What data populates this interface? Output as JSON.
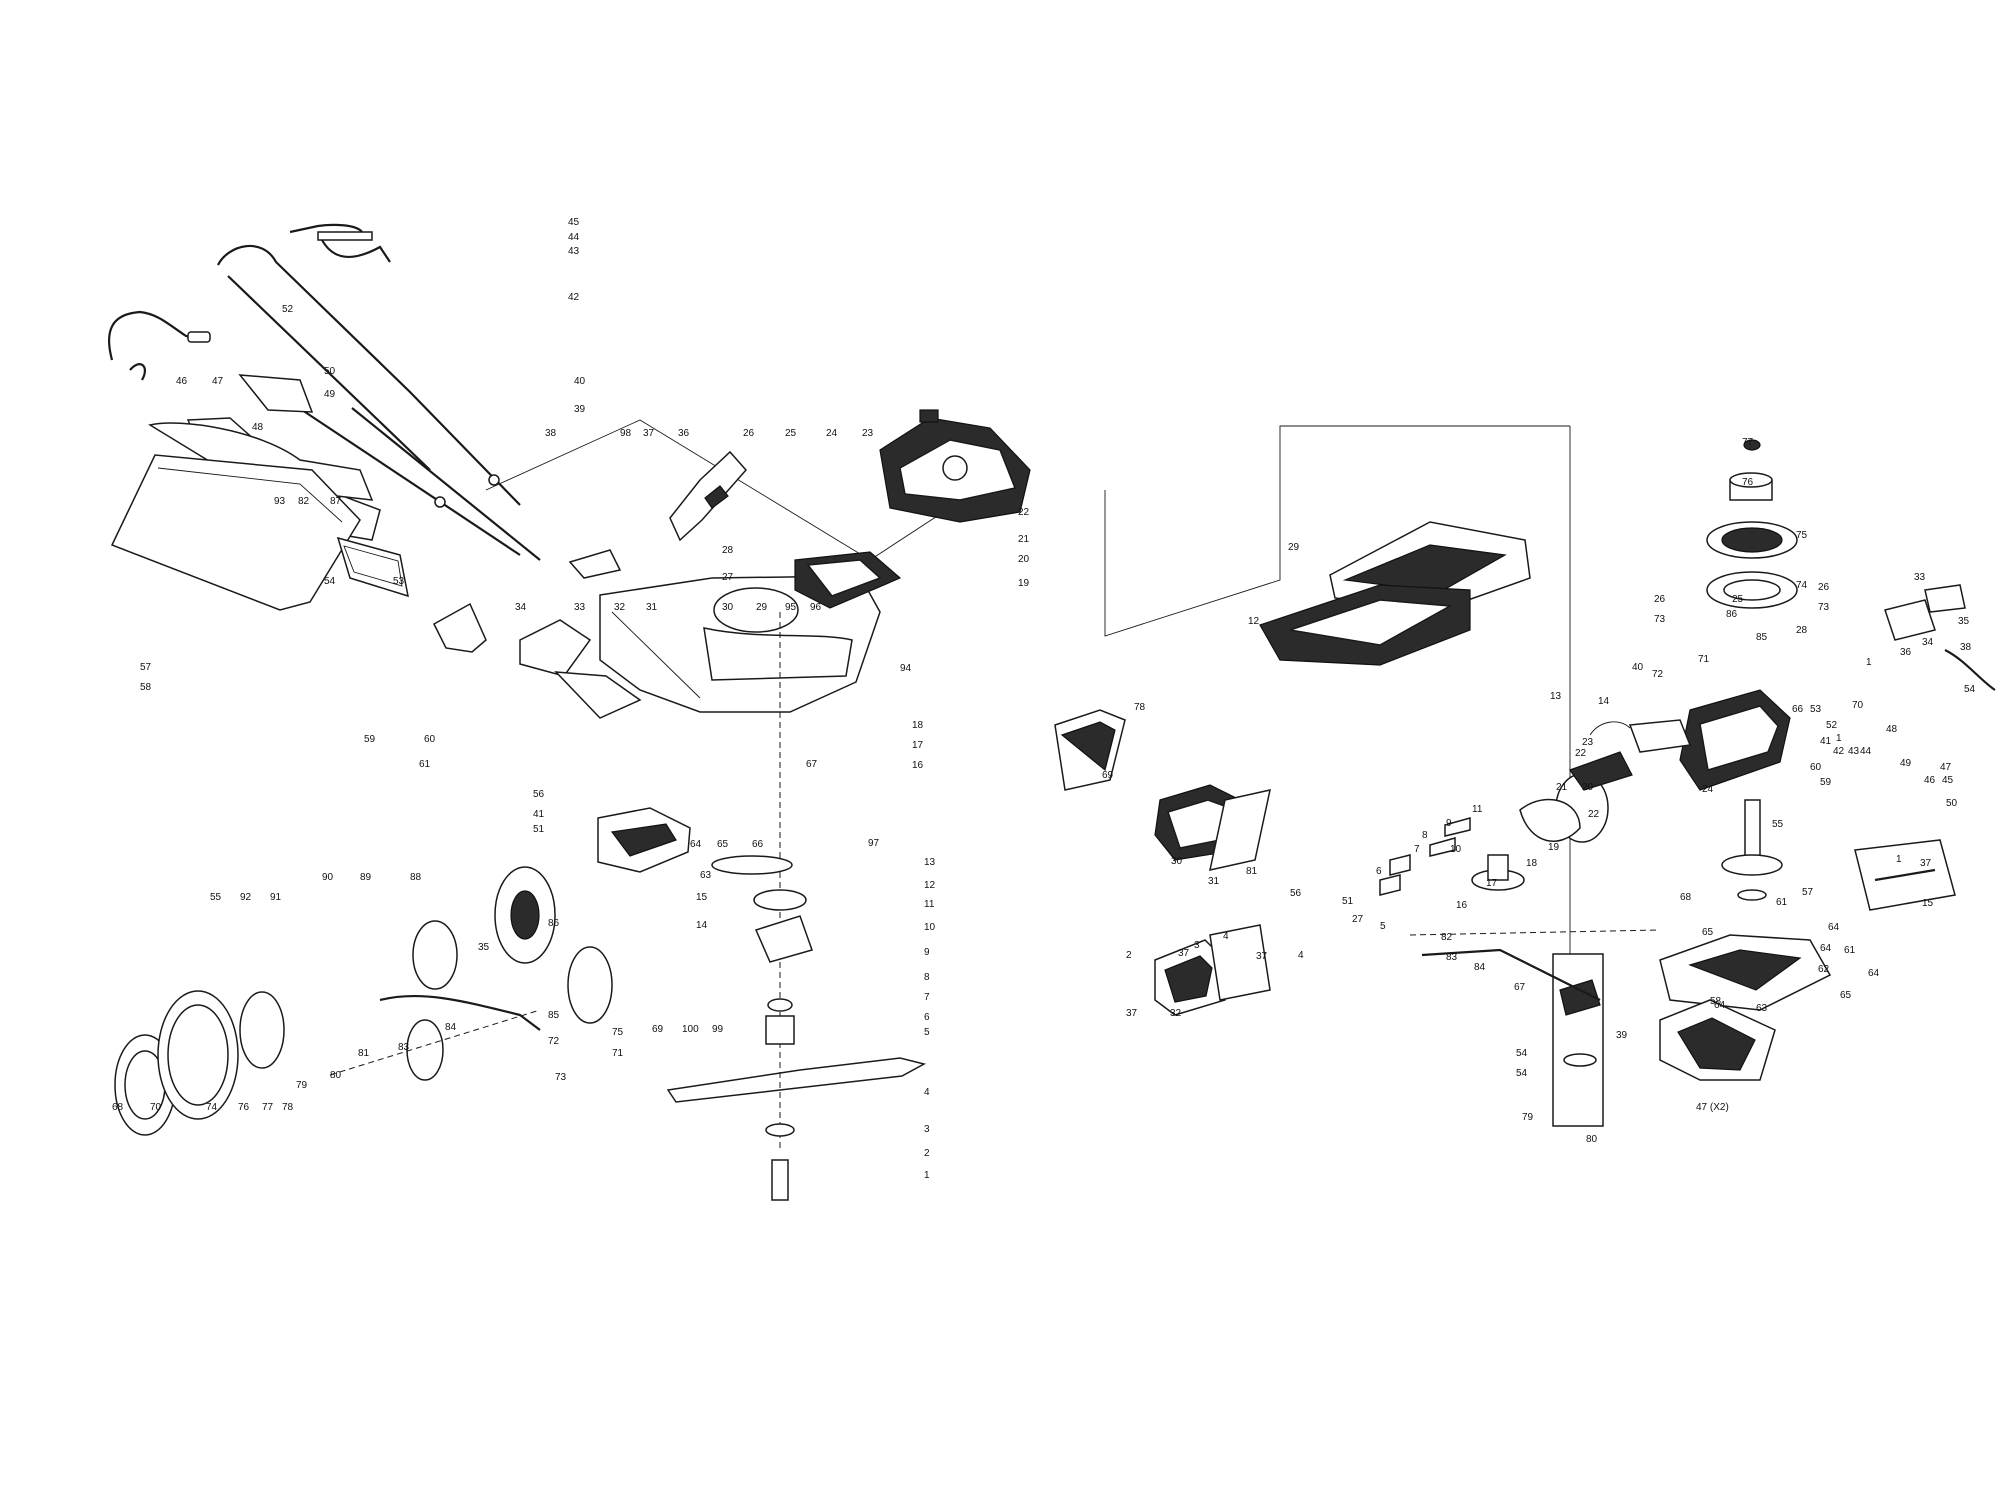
{
  "left_assembly": {
    "labels": [
      "45",
      "44",
      "43",
      "42",
      "52",
      "46",
      "47",
      "48",
      "50",
      "49",
      "40",
      "39",
      "38",
      "98",
      "37",
      "36",
      "26",
      "25",
      "24",
      "23",
      "93",
      "82",
      "87",
      "22",
      "21",
      "20",
      "19",
      "54",
      "53",
      "34",
      "33",
      "32",
      "31",
      "30",
      "29",
      "95",
      "96",
      "94",
      "57",
      "58",
      "59",
      "60",
      "61",
      "18",
      "17",
      "16",
      "67",
      "56",
      "41",
      "51",
      "97",
      "64",
      "65",
      "66",
      "63",
      "13",
      "12",
      "11",
      "10",
      "9",
      "8",
      "7",
      "6",
      "5",
      "14",
      "15",
      "4",
      "3",
      "2",
      "1",
      "55",
      "92",
      "91",
      "90",
      "89",
      "88",
      "35",
      "86",
      "85",
      "84",
      "83",
      "81",
      "80",
      "79",
      "78",
      "77",
      "76",
      "74",
      "70",
      "68",
      "73",
      "72",
      "71",
      "75",
      "69",
      "100",
      "99",
      "28",
      "27"
    ]
  },
  "right_assembly": {
    "labels": [
      "77",
      "76",
      "75",
      "74",
      "29",
      "12",
      "33",
      "35",
      "26",
      "73",
      "25",
      "26",
      "73",
      "86",
      "28",
      "85",
      "36",
      "34",
      "38",
      "54",
      "40",
      "72",
      "13",
      "71",
      "1",
      "70",
      "53",
      "14",
      "23",
      "22",
      "21",
      "20",
      "22",
      "24",
      "66",
      "52",
      "41",
      "42",
      "43",
      "44",
      "1",
      "48",
      "49",
      "46",
      "45",
      "47",
      "50",
      "60",
      "59",
      "78",
      "69",
      "30",
      "31",
      "11",
      "9",
      "10",
      "8",
      "7",
      "6",
      "19",
      "18",
      "17",
      "81",
      "16",
      "51",
      "27",
      "5",
      "4",
      "56",
      "55",
      "57",
      "68",
      "61",
      "65",
      "64",
      "64",
      "61",
      "62",
      "63",
      "65",
      "64",
      "64",
      "58",
      "15",
      "1",
      "37",
      "2",
      "37",
      "3",
      "4",
      "37",
      "37",
      "32",
      "82",
      "83",
      "84",
      "67",
      "54",
      "54",
      "79",
      "39",
      "80",
      "47 (X2)"
    ]
  }
}
